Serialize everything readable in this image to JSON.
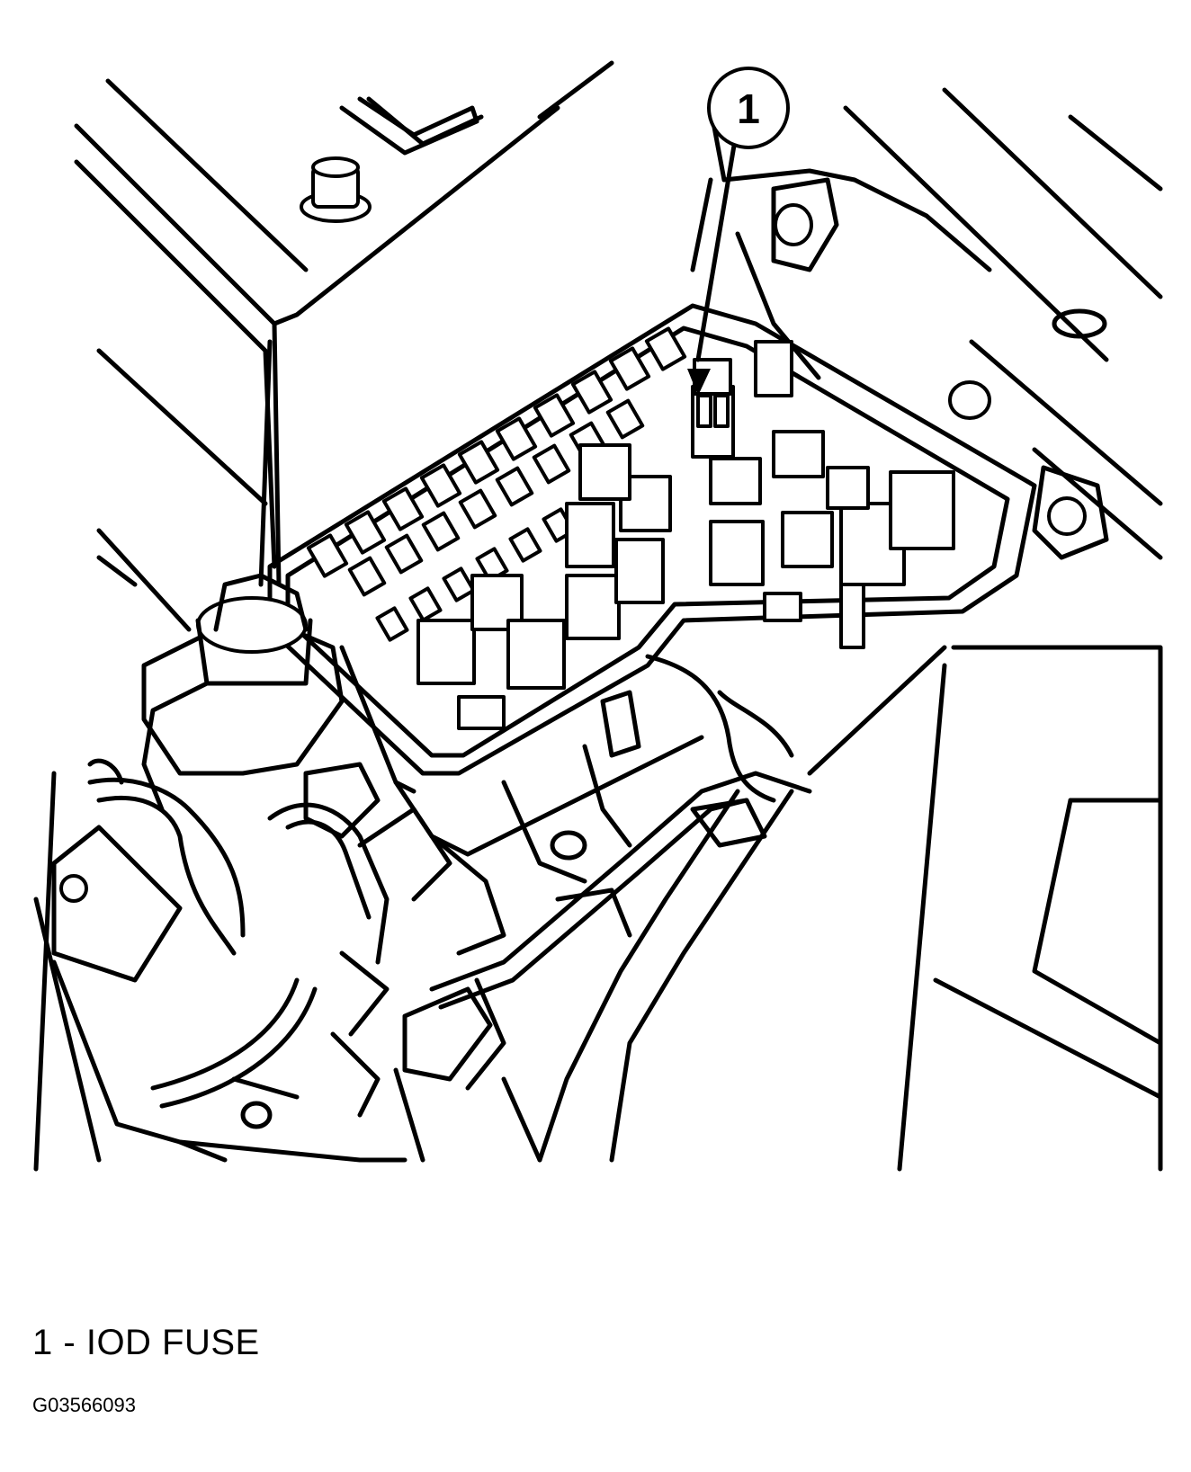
{
  "diagram": {
    "callout": {
      "number": "1"
    },
    "legend": {
      "number": "1",
      "separator": "-",
      "label": "IOD FUSE"
    },
    "figure_id": "G03566093"
  }
}
